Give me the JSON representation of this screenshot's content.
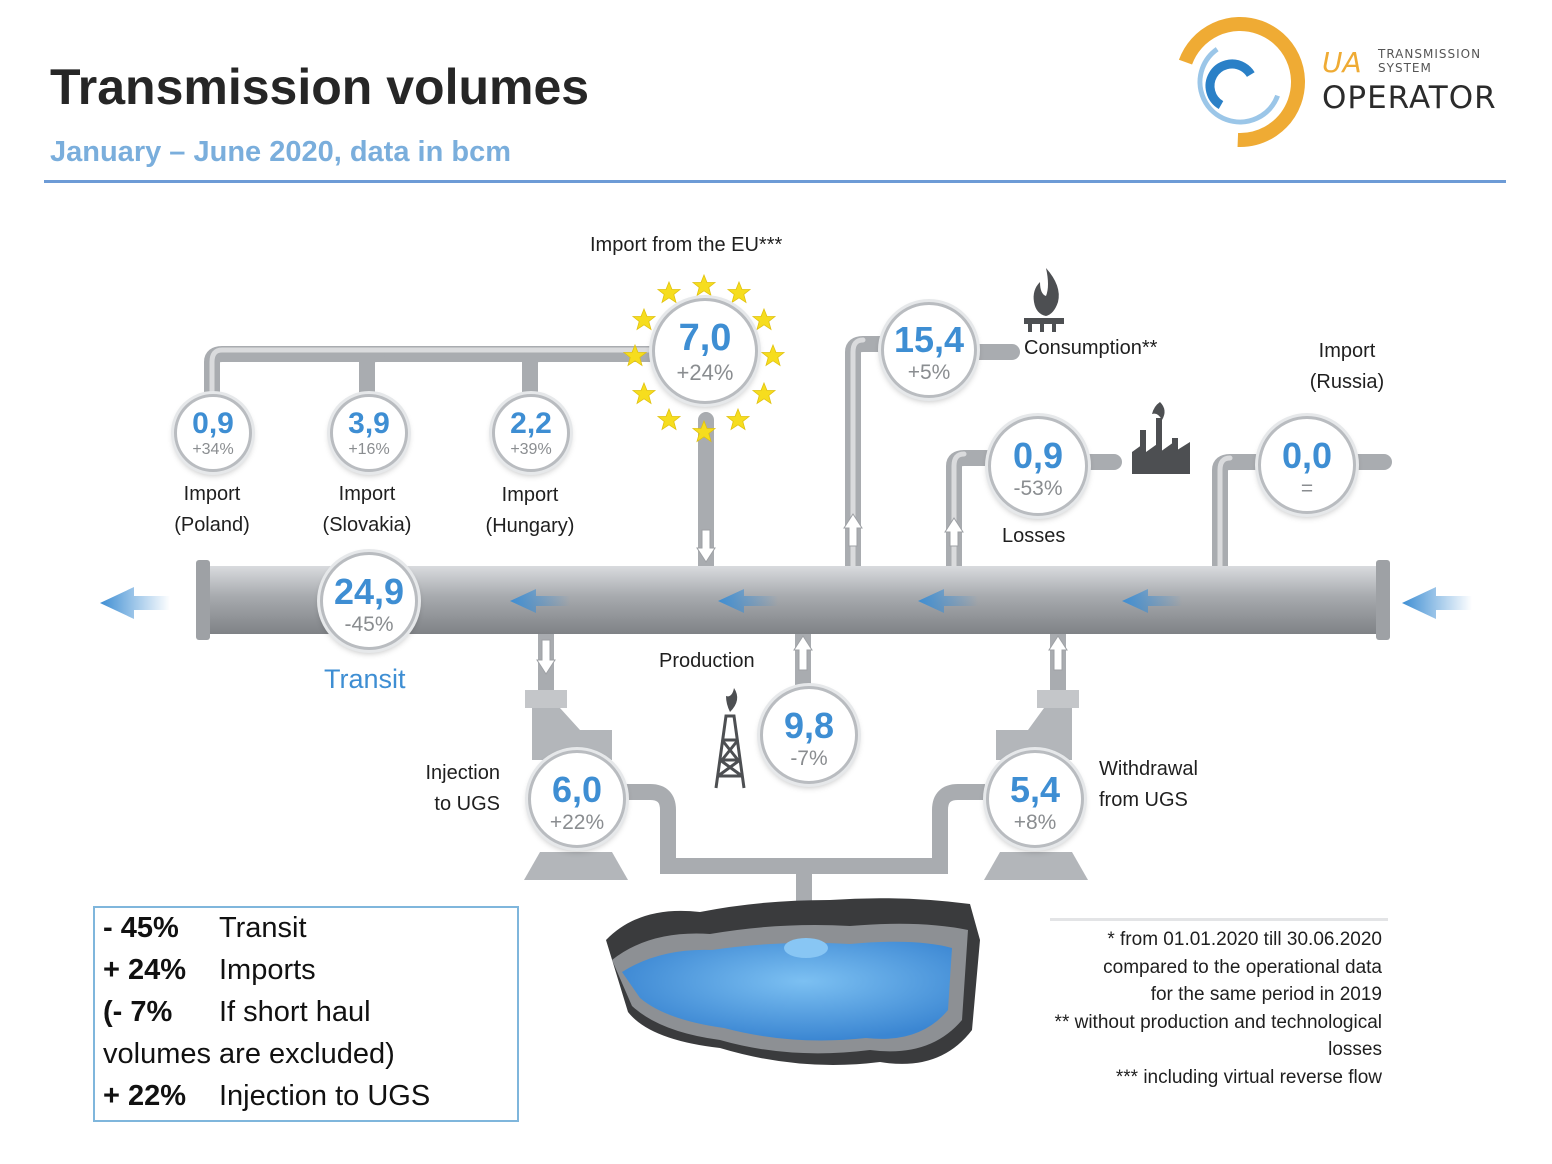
{
  "header": {
    "title": "Transmission volumes",
    "subtitle": "January – June 2020, data in bcm"
  },
  "logo": {
    "mark": "UA",
    "small_top": "TRANSMISSION",
    "small_bottom": "SYSTEM",
    "big": "OPERATOR"
  },
  "colors": {
    "accent": "#3e8ed3",
    "subtitle": "#7aaedc",
    "pipe": "#b3b6ba",
    "logo_orange": "#efab34",
    "logo_blue": "#2a80c7",
    "star": "#f6dd1e",
    "reservoir": "#4d9be0"
  },
  "flows": {
    "eu_import": {
      "label": "Import from the EU***",
      "value": "7,0",
      "change": "+24%"
    },
    "poland": {
      "label_line1": "Import",
      "label_line2": "(Poland)",
      "value": "0,9",
      "change": "+34%"
    },
    "slovakia": {
      "label_line1": "Import",
      "label_line2": "(Slovakia)",
      "value": "3,9",
      "change": "+16%"
    },
    "hungary": {
      "label_line1": "Import",
      "label_line2": "(Hungary)",
      "value": "2,2",
      "change": "+39%"
    },
    "consumption": {
      "label": "Consumption**",
      "value": "15,4",
      "change": "+5%"
    },
    "losses": {
      "label": "Losses",
      "value": "0,9",
      "change": "-53%"
    },
    "russia": {
      "label_line1": "Import",
      "label_line2": "(Russia)",
      "value": "0,0",
      "change": "="
    },
    "transit": {
      "label": "Transit",
      "value": "24,9",
      "change": "-45%"
    },
    "production": {
      "label": "Production",
      "value": "9,8",
      "change": "-7%"
    },
    "injection": {
      "label_line1": "Injection",
      "label_line2": "to UGS",
      "value": "6,0",
      "change": "+22%"
    },
    "withdrawal": {
      "label_line1": "Withdrawal",
      "label_line2": "from UGS",
      "value": "5,4",
      "change": "+8%"
    }
  },
  "summary": [
    {
      "pct": "- 45%",
      "text": "Transit"
    },
    {
      "pct": "+ 24%",
      "text": "Imports"
    },
    {
      "pct": "(- 7%",
      "text": "If short haul"
    },
    {
      "pct": "",
      "text": "volumes are excluded)"
    },
    {
      "pct": "+ 22%",
      "text": "Injection to UGS"
    }
  ],
  "footnotes": [
    "* from 01.01.2020 till 30.06.2020",
    "compared to the operational data",
    "for the same period in 2019",
    "** without production and technological",
    "losses",
    "*** including virtual reverse flow"
  ],
  "icons": [
    "gas-flame-icon",
    "factory-icon",
    "drilling-rig-icon",
    "eu-stars-icon",
    "flow-arrow-icon"
  ]
}
